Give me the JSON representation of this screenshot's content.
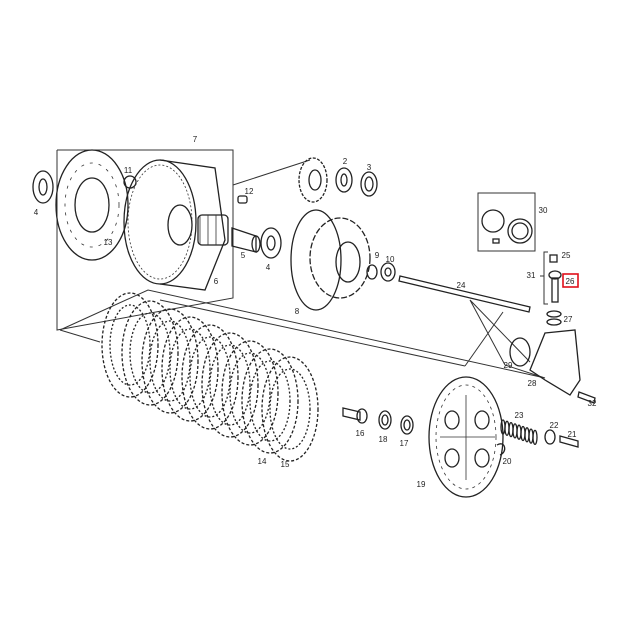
{
  "diagram": {
    "type": "exploded parts diagram (clutch assembly)",
    "highlight_color": "#e0101a",
    "highlighted_part": "26",
    "part_labels": [
      "7",
      "4",
      "13",
      "11",
      "12",
      "2",
      "3",
      "5",
      "4",
      "6",
      "8",
      "9",
      "10",
      "24",
      "30",
      "25",
      "31",
      "26",
      "27",
      "29",
      "28",
      "32",
      "16",
      "18",
      "17",
      "23",
      "22",
      "21",
      "20",
      "19",
      "14",
      "15"
    ]
  }
}
